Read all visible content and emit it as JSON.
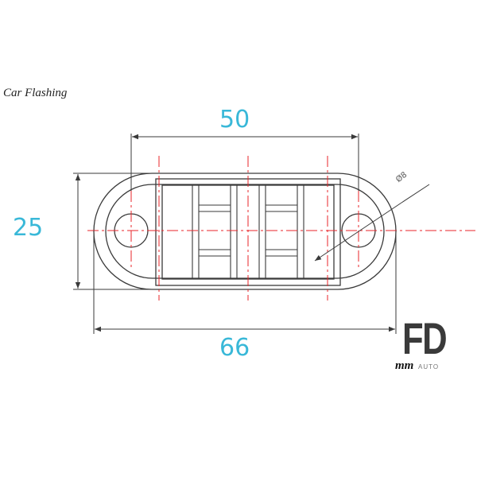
{
  "title": "Car Flashing",
  "dimensions": {
    "width_inner": "50",
    "height": "25",
    "width_total": "66",
    "hole_diameter": "Ø8"
  },
  "unit_label": "mm",
  "watermark": {
    "logo": "FD",
    "sub": "AUTO"
  },
  "colors": {
    "outline": "#3a3a3a",
    "centerline": "#e8252a",
    "dimension_text": "#39b8d8",
    "watermark": "#3a3a3a"
  }
}
